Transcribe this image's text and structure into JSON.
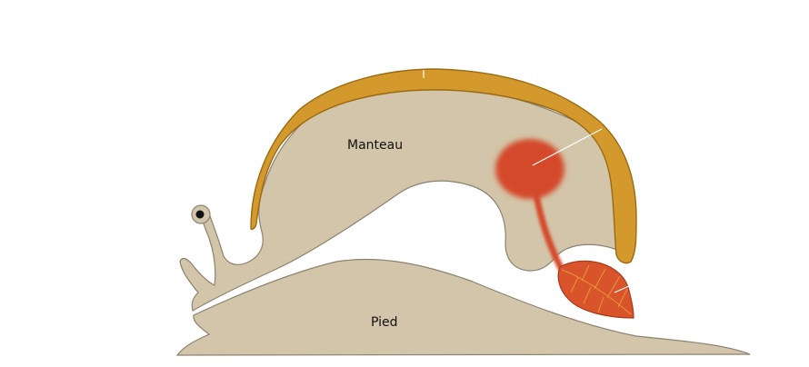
{
  "labels": {
    "mantle": "Manteau",
    "foot": "Pied"
  },
  "colors": {
    "body": "#d3c5a9",
    "body_stroke": "#8c826f",
    "shell": "#d4992c",
    "shell_stroke": "#9a6a12",
    "organ": "#d44a2a",
    "leaf": "#d9542b",
    "leaf_vein": "#e8a33a",
    "eye": "#111111",
    "pointer": "#ffffff"
  },
  "icons": [
    "snail-body",
    "shell",
    "digestive-gland",
    "leaf",
    "eye"
  ]
}
